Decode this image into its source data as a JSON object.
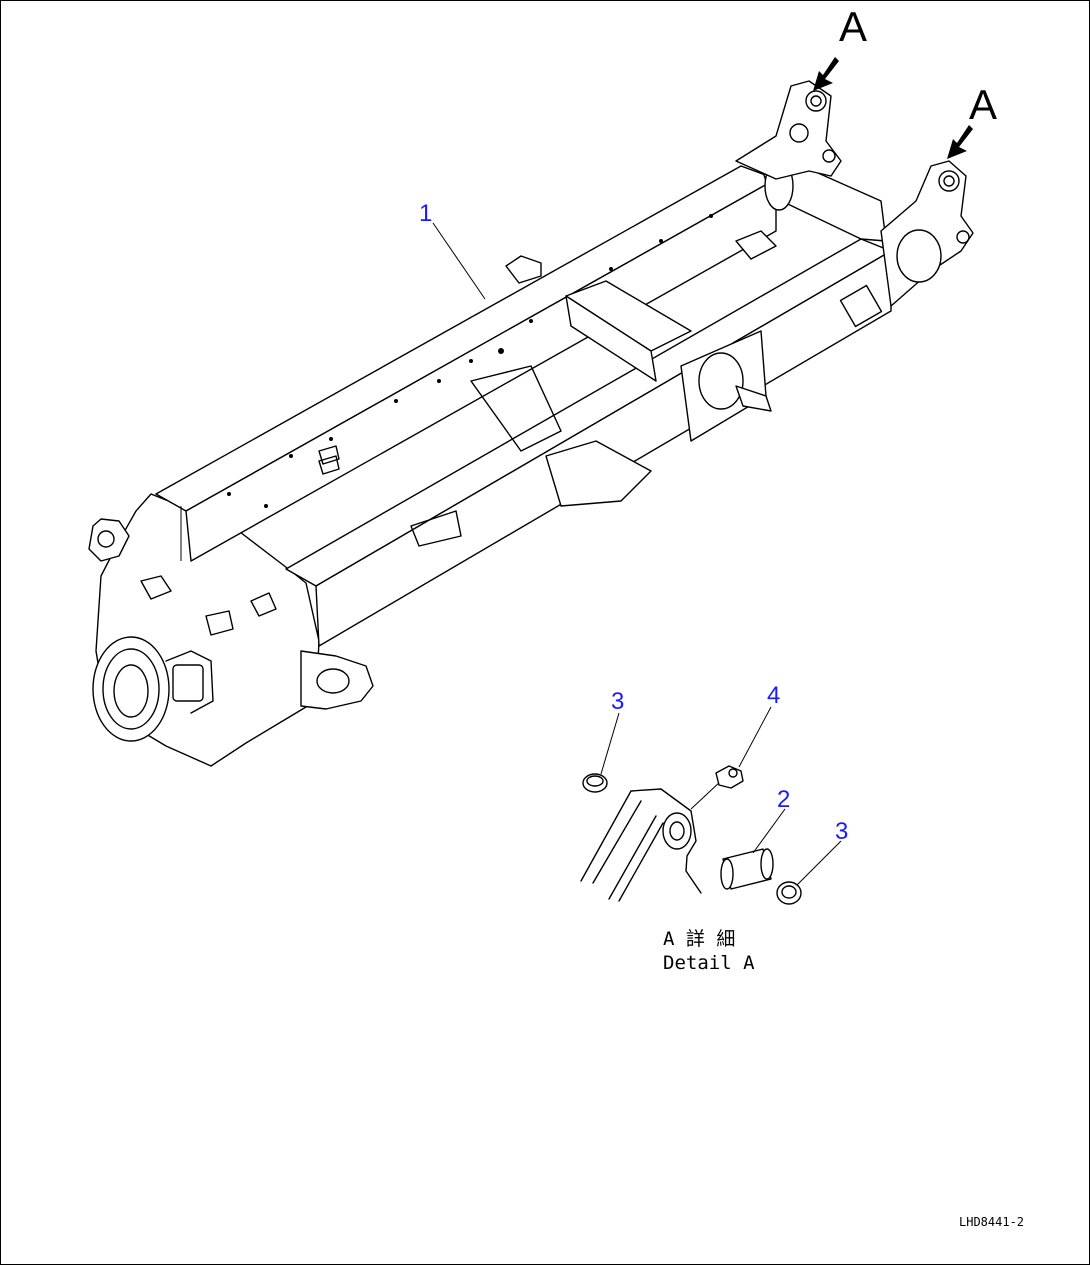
{
  "view_marker": {
    "letter_1": "A",
    "letter_2": "A"
  },
  "callouts": {
    "frame": "1",
    "pin": "2",
    "bushing_left": "3",
    "bushing_right": "3",
    "grease_fitting": "4"
  },
  "detail_caption": {
    "line1": "A 詳 細",
    "line2": "Detail A"
  },
  "drawing_number": "LHD8441-2"
}
